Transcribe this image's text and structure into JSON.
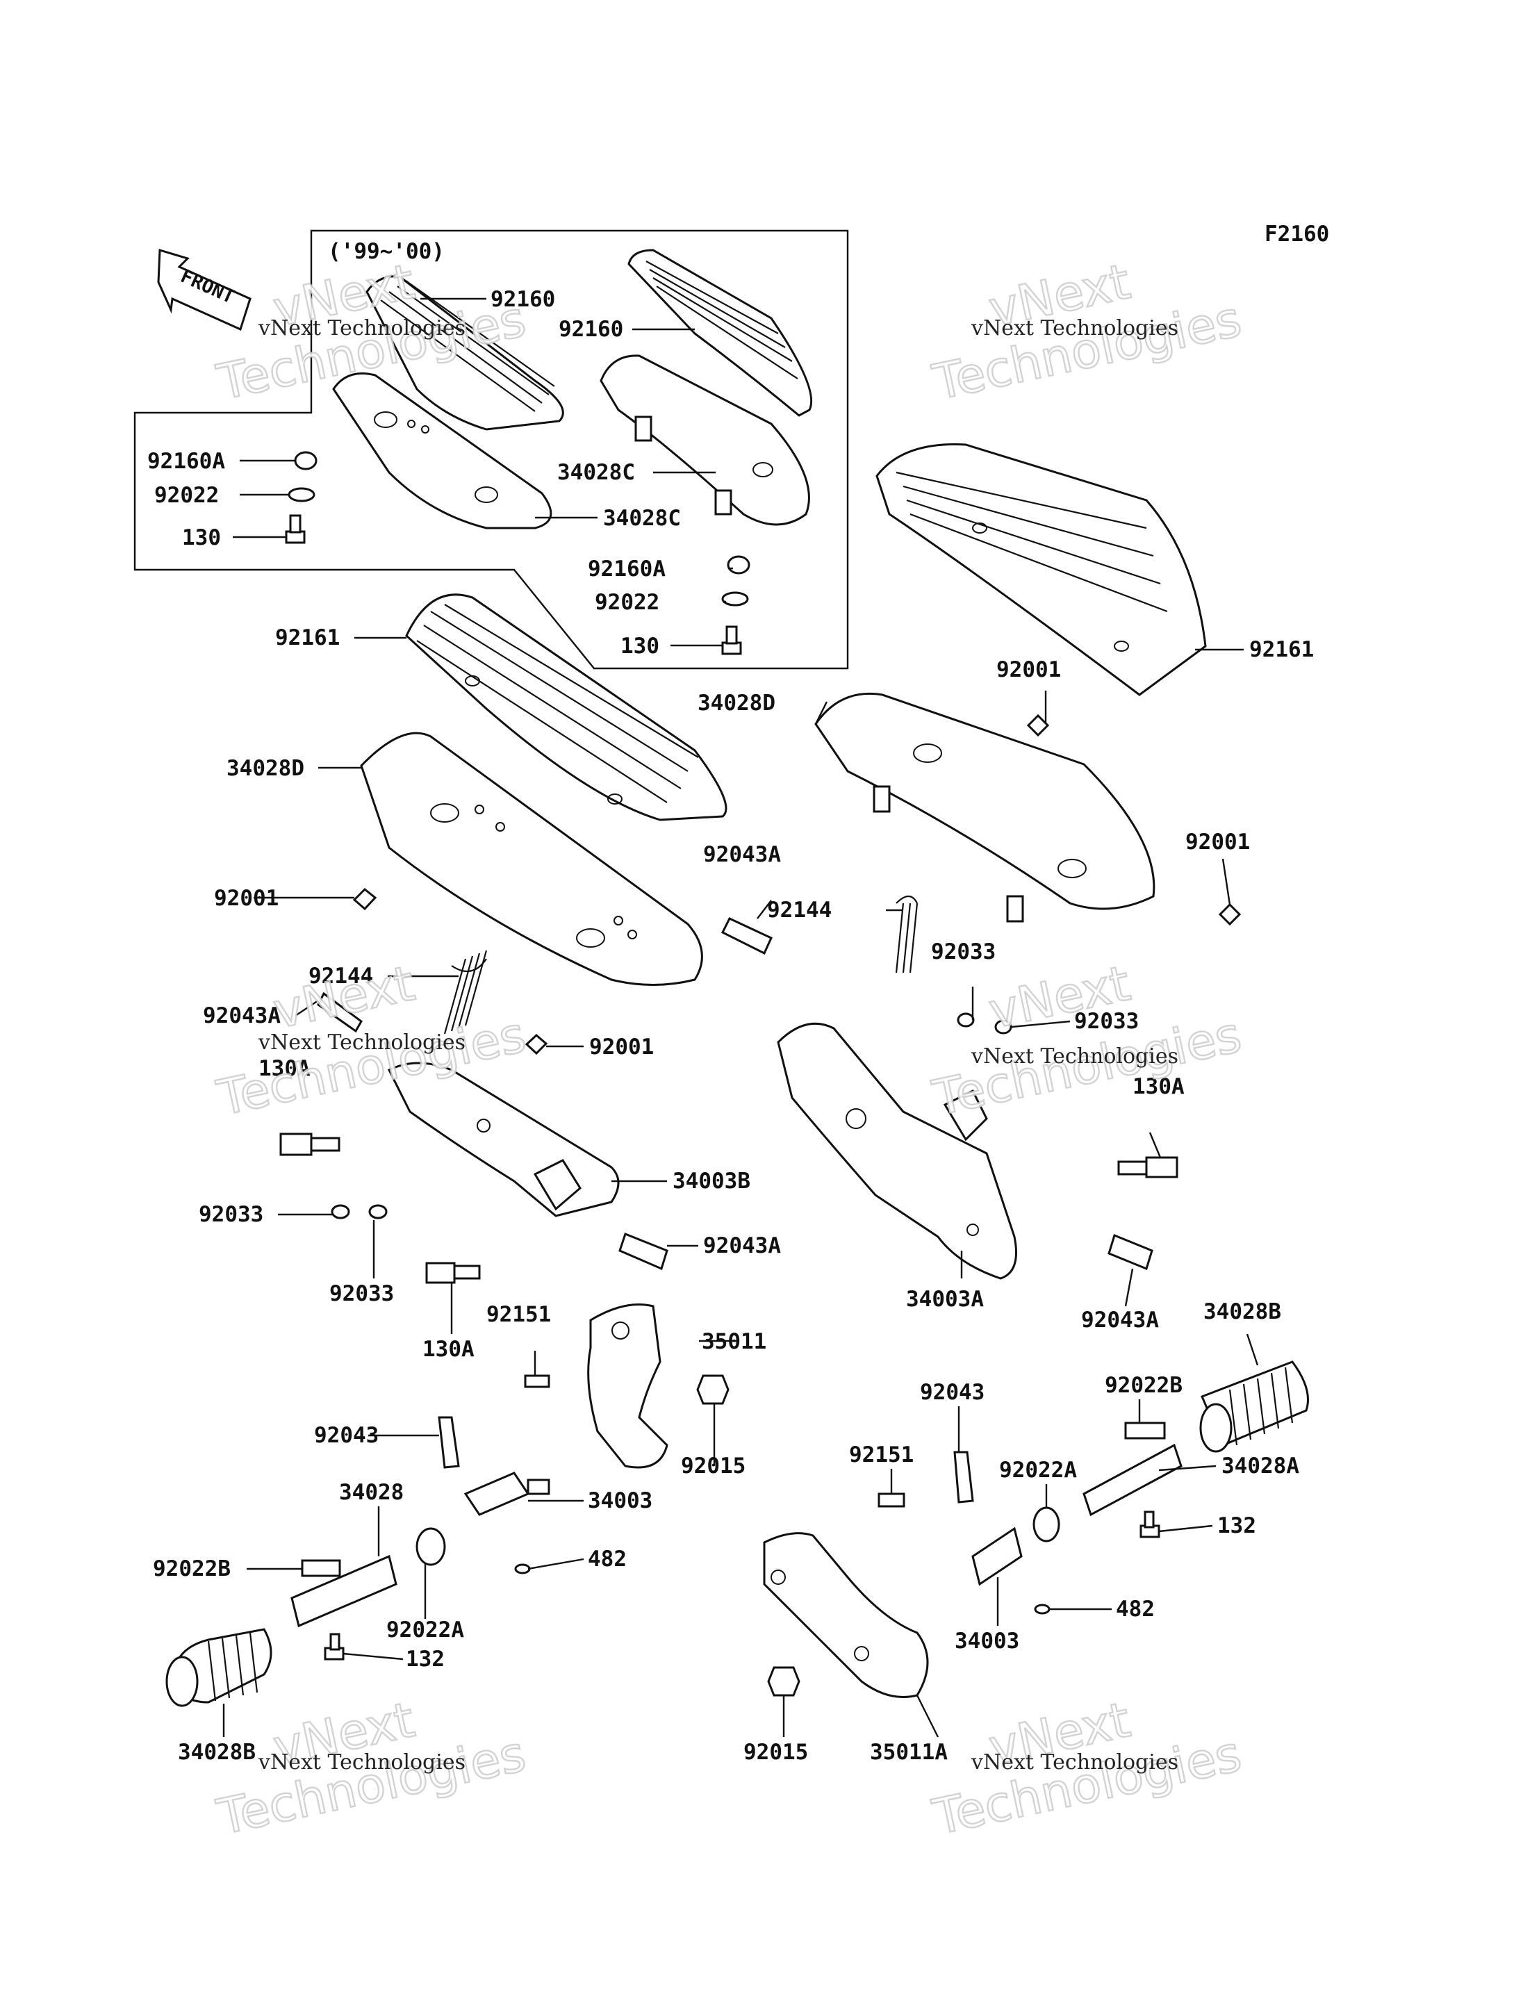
{
  "diagram": {
    "code": "F2160",
    "variant_note": "('99~'00)",
    "front_label": "FRONT",
    "watermark_brand": "vNext",
    "watermark_name": "Technologies",
    "watermark_full": "vNext Technologies"
  },
  "labels": [
    "92160",
    "92160",
    "92160A",
    "92022",
    "130",
    "34028C",
    "34028C",
    "92160A",
    "92022",
    "130",
    "92161",
    "34028D",
    "92001",
    "92144",
    "92043A",
    "130A",
    "92001",
    "34003B",
    "92033",
    "92033",
    "92043A",
    "130A",
    "92161",
    "92001",
    "34028D",
    "92043A",
    "92144",
    "92033",
    "92033",
    "92001",
    "130A",
    "34003A",
    "92043A",
    "34028B",
    "92151",
    "35011",
    "92043",
    "92015",
    "34003",
    "482",
    "34028",
    "92022B",
    "92022A",
    "132",
    "34028B",
    "92022B",
    "92043",
    "92151",
    "92022A",
    "34028A",
    "132",
    "482",
    "34003",
    "92015",
    "35011A"
  ]
}
